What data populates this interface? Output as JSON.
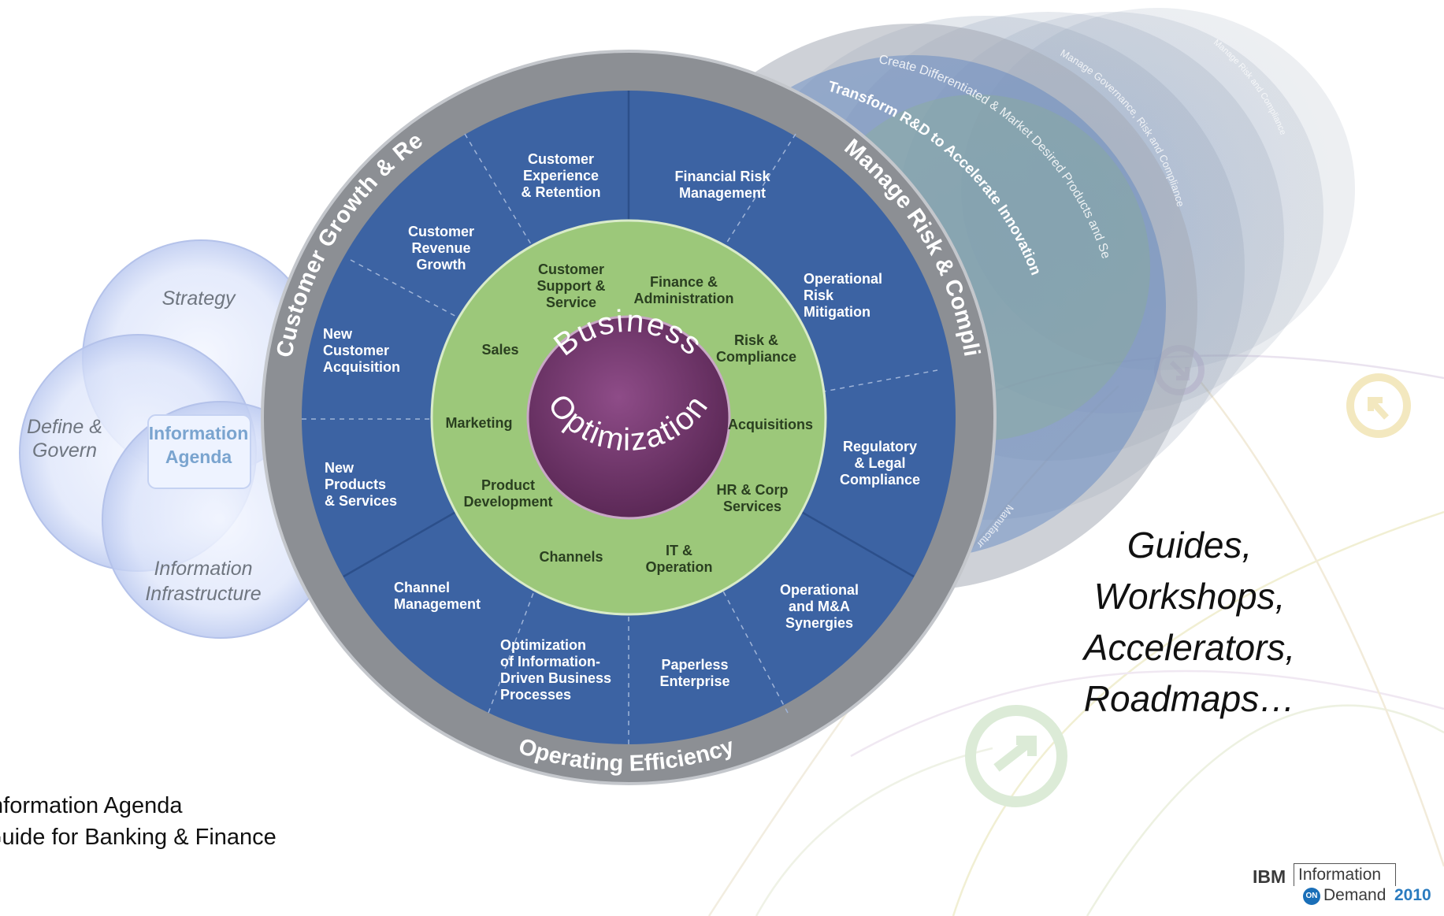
{
  "venn": {
    "top": "Strategy",
    "left_line1": "Define &",
    "left_line2": "Govern",
    "center_line1": "Information",
    "center_line2": "Agenda",
    "bottom_line1": "Information",
    "bottom_line2": "Infrastructure"
  },
  "wheel": {
    "outer_ring": {
      "left_arc": "Customer Growth & Retention",
      "right_arc": "Manage Risk & Compliance",
      "bottom_arc": "Operating Efficiency"
    },
    "blue_segments": [
      [
        "Customer",
        "Experience",
        "& Retention"
      ],
      [
        "Financial Risk",
        "Management"
      ],
      [
        "Customer",
        "Revenue",
        "Growth"
      ],
      [
        "Operational",
        "Risk",
        "Mitigation"
      ],
      [
        "New",
        "Customer",
        "Acquisition"
      ],
      [
        "Regulatory",
        "& Legal",
        "Compliance"
      ],
      [
        "New",
        "Products",
        "& Services"
      ],
      [
        "Operational",
        "and M&A",
        "Synergies"
      ],
      [
        "Channel",
        "Management"
      ],
      [
        "Paperless",
        "Enterprise"
      ],
      [
        "Optimization",
        "of Information-",
        "Driven Business",
        "Processes"
      ]
    ],
    "green_segments": [
      [
        "Customer",
        "Support &",
        "Service"
      ],
      [
        "Finance &",
        "Administration"
      ],
      [
        "Sales"
      ],
      [
        "Risk &",
        "Compliance"
      ],
      [
        "Marketing"
      ],
      [
        "Acquisitions"
      ],
      [
        "Product",
        "Development"
      ],
      [
        "HR & Corp",
        "Services"
      ],
      [
        "Channels"
      ],
      [
        "IT &",
        "Operation"
      ]
    ],
    "core_top": "Business",
    "core_bottom": "Optimization"
  },
  "stack_arcs": [
    "Transform R&D to Accelerate Innovation",
    "Create Differentiated & Market Desired Products and Services",
    "Manage Governance, Risk and Compliance",
    "Manage Risk and Compliance",
    "Manufacturing"
  ],
  "caption": {
    "line1": "Information Agenda",
    "line2": "Guide for Banking & Finance"
  },
  "tagline": [
    "Guides,",
    "Workshops,",
    "Accelerators,",
    "Roadmaps…"
  ],
  "branding": {
    "company": "IBM",
    "product_line1": "Information",
    "badge": "ON",
    "product_line2": "Demand",
    "year": "2010"
  },
  "colors": {
    "outer_ring": "#8c8f94",
    "blue_ring": "#3c63a3",
    "green_ring": "#9cc87a",
    "core": "#6d3468",
    "venn": "#cfd9f4"
  }
}
